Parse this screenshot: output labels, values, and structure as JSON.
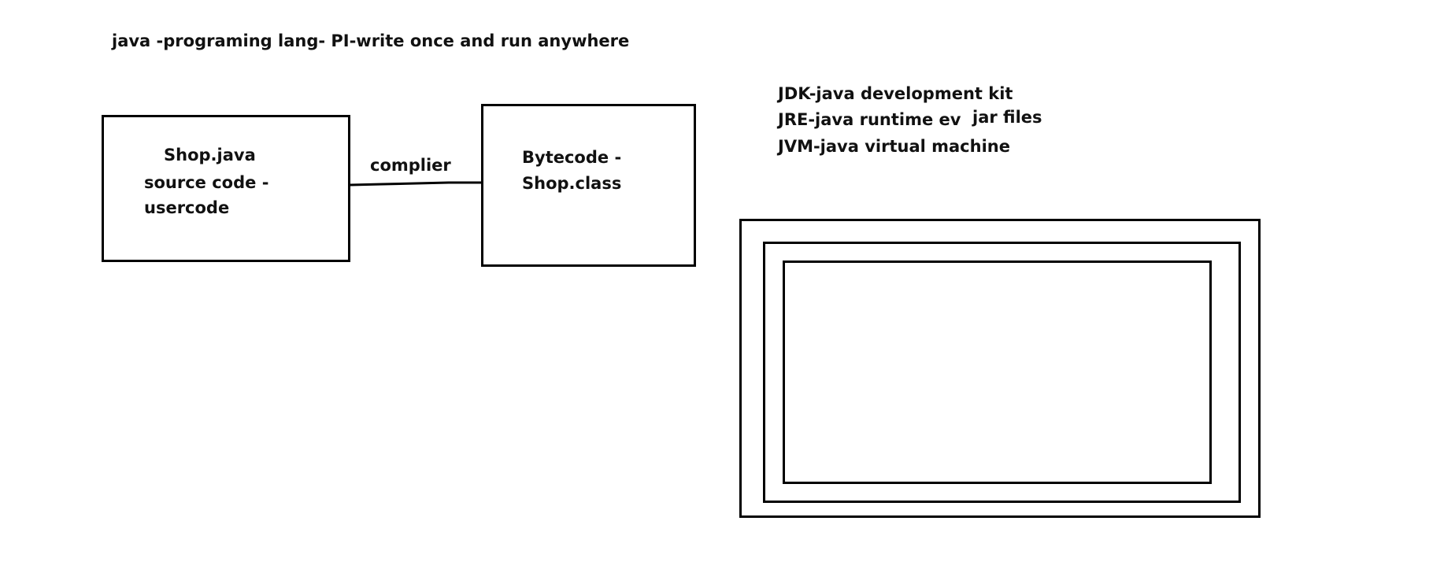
{
  "heading": "java -programing lang- PI-write once and run anywhere",
  "source_box": {
    "line1": "Shop.java",
    "line2": "source code -",
    "line3": "usercode"
  },
  "connector_label": "complier",
  "bytecode_box": {
    "line1": "Bytecode -",
    "line2": "Shop.class"
  },
  "definitions": [
    "JDK-java development kit",
    "JRE-java runtime ev",
    "JVM-java virtual machine"
  ],
  "side_note": "jar files"
}
